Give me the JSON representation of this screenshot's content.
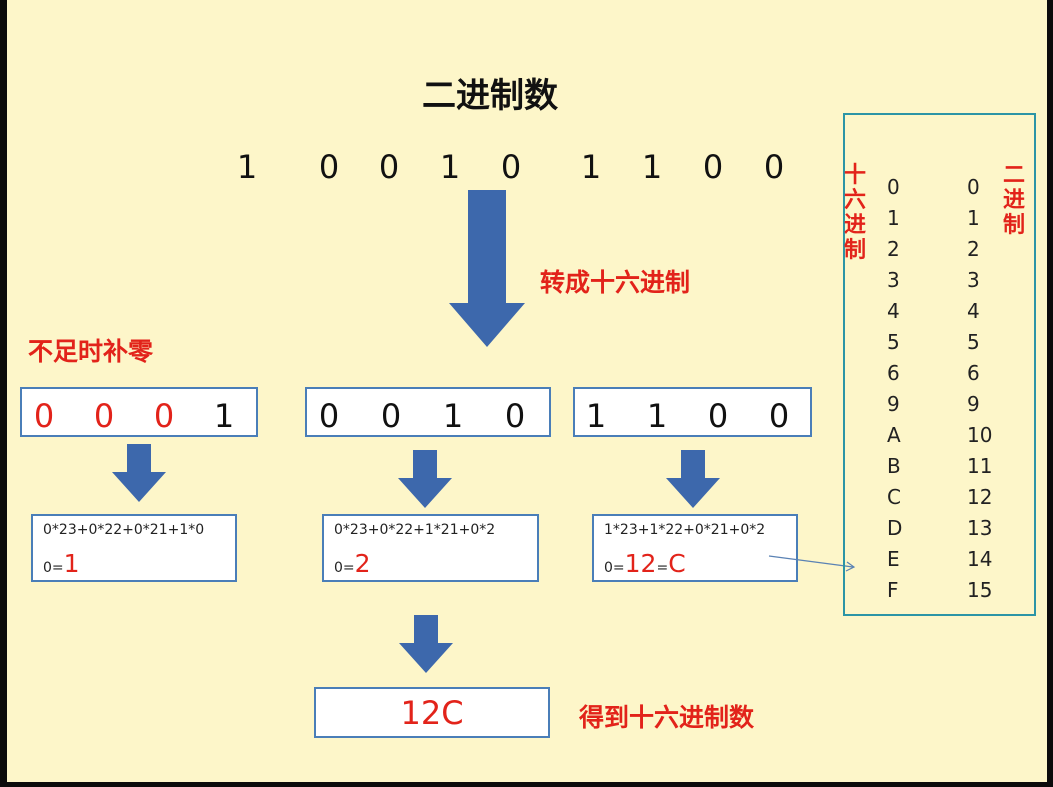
{
  "title": "二进制数",
  "binary_bits": [
    "1",
    "0",
    "0",
    "1",
    "0",
    "1",
    "1",
    "0",
    "0"
  ],
  "convert_label": "转成十六进制",
  "pad_label": "不足时补零",
  "nibbles": [
    {
      "digits": [
        "0",
        "0",
        "0",
        "1"
      ],
      "padded": [
        true,
        true,
        true,
        false
      ]
    },
    {
      "digits": [
        "0",
        "0",
        "1",
        "0"
      ],
      "padded": [
        false,
        false,
        false,
        false
      ]
    },
    {
      "digits": [
        "1",
        "1",
        "0",
        "0"
      ],
      "padded": [
        false,
        false,
        false,
        false
      ]
    }
  ],
  "calcs": [
    {
      "formula": "0*23+0*22+0*21+1*0",
      "eq_prefix": "0=",
      "result": "1"
    },
    {
      "formula": "0*23+0*22+1*21+0*2",
      "eq_prefix": "0=",
      "result": "2"
    },
    {
      "formula": "1*23+1*22+0*21+0*2",
      "eq_prefix": "0=",
      "result": "12",
      "eq_mid": "=",
      "hex": "C"
    }
  ],
  "result": "12C",
  "result_label": "得到十六进制数",
  "table": {
    "hex_header": "十六进制",
    "bin_header": "二进制",
    "hex_values": [
      "0",
      "1",
      "2",
      "3",
      "4",
      "5",
      "6",
      "9",
      "A",
      "B",
      "C",
      "D",
      "E",
      "F"
    ],
    "dec_values": [
      "0",
      "1",
      "2",
      "3",
      "4",
      "5",
      "6",
      "9",
      "10",
      "11",
      "12",
      "13",
      "14",
      "15"
    ]
  },
  "colors": {
    "background": "#fdf6c9",
    "arrow": "#3d68ac",
    "red": "#e2231a",
    "box_border": "#4a7eb8",
    "table_border": "#2c95a6"
  }
}
